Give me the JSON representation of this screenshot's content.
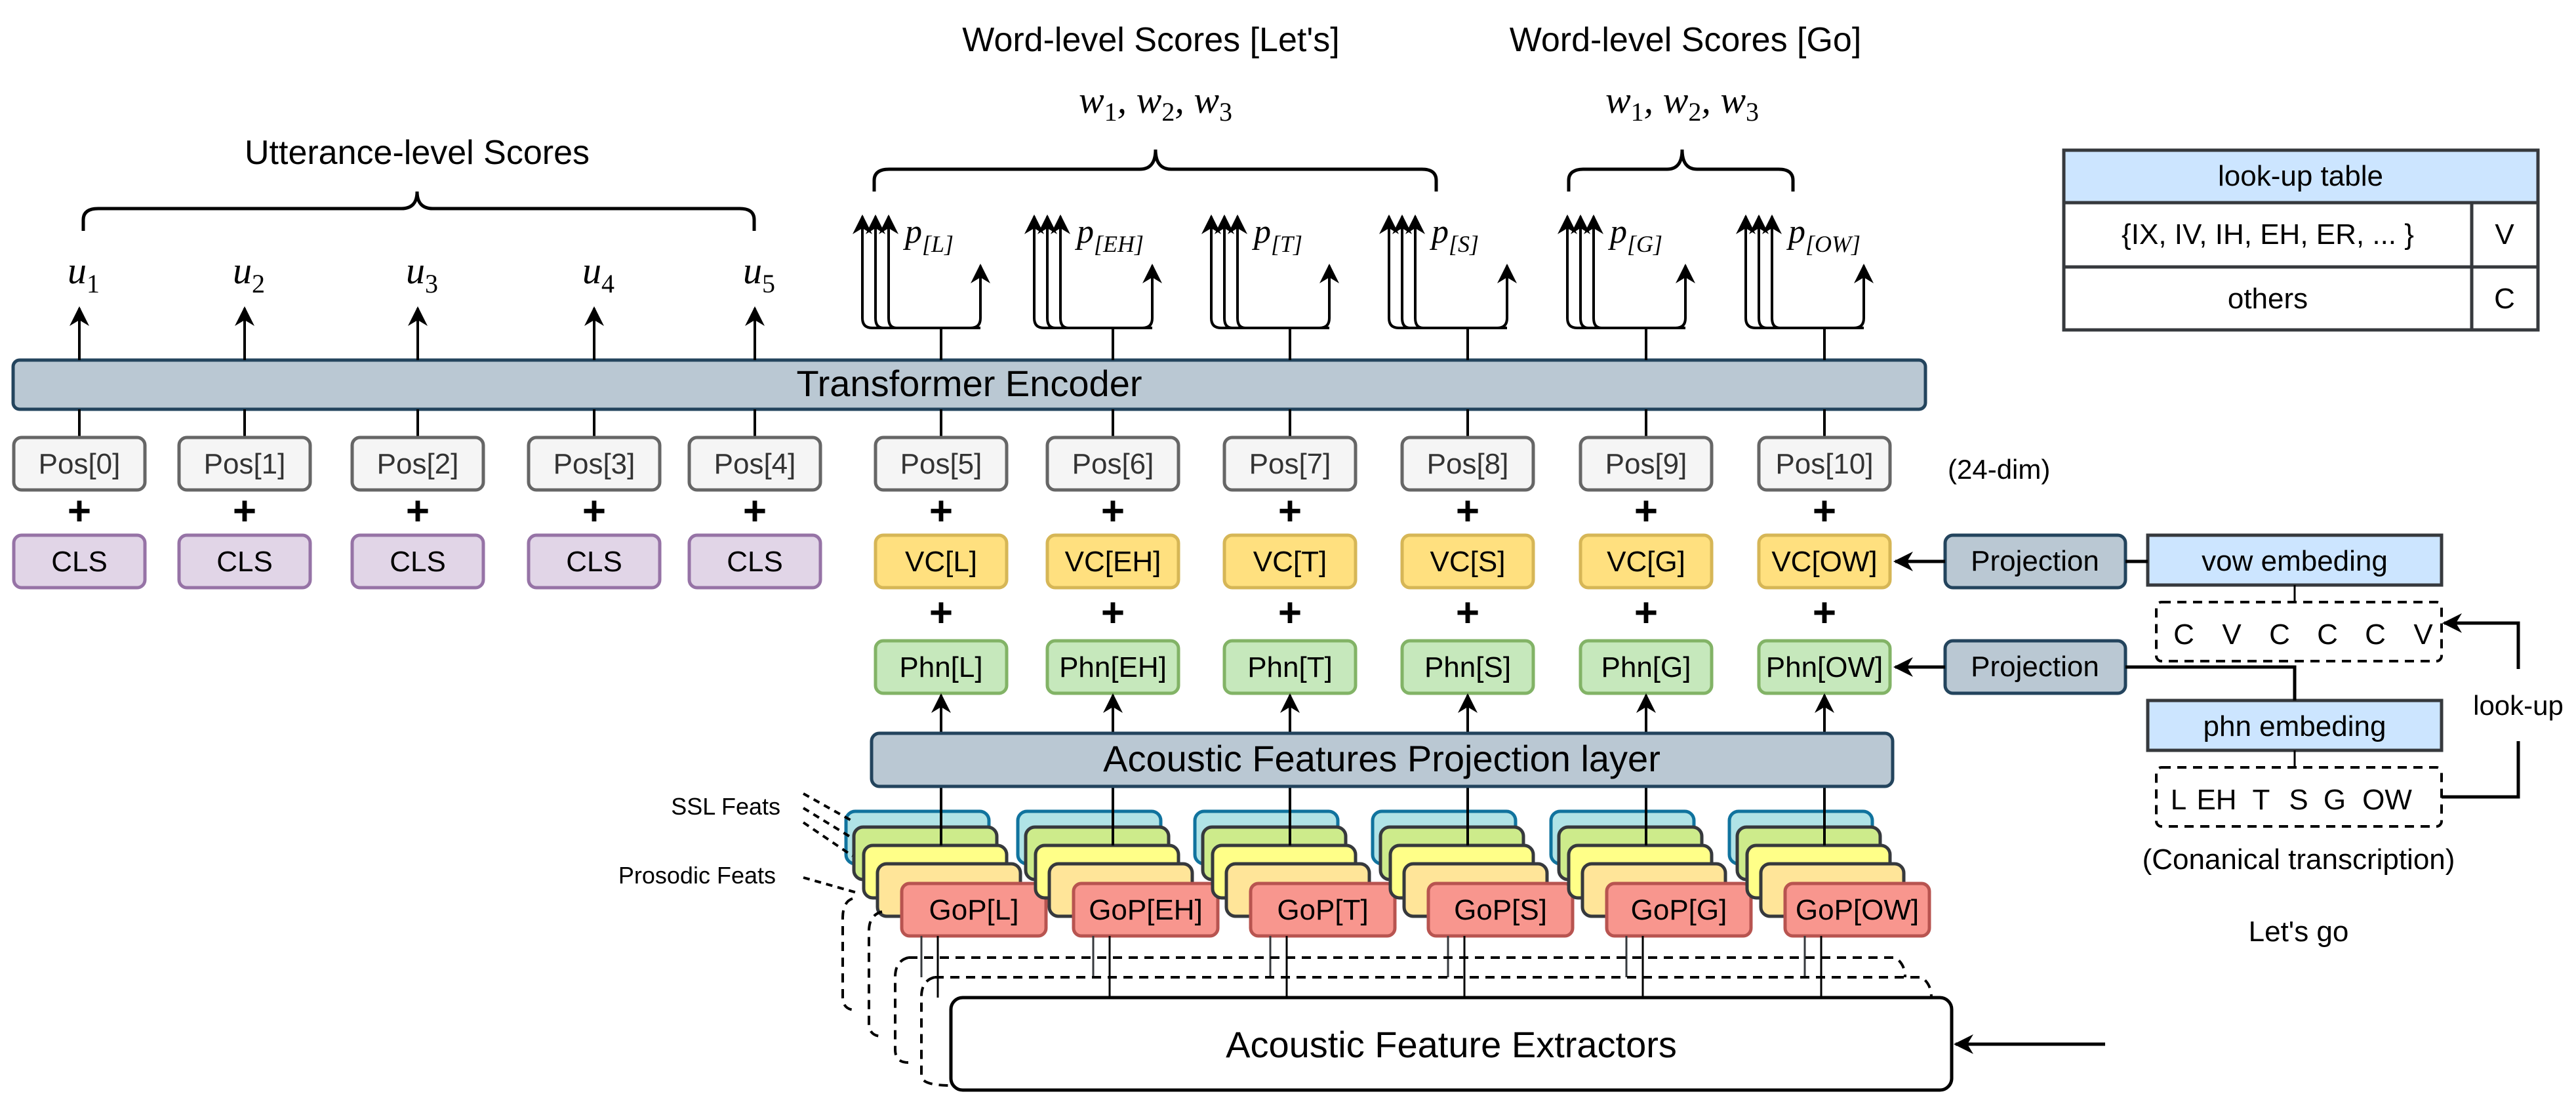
{
  "titles": {
    "utterance": "Utterance-level Scores",
    "word_lets": "Word-level Scores [Let's]",
    "word_go": "Word-level Scores [Go]"
  },
  "word_scores": {
    "lets": [
      "w",
      "1",
      "w",
      "2",
      "w",
      "3"
    ],
    "go": [
      "w",
      "1",
      "w",
      "2",
      "w",
      "3"
    ]
  },
  "utterance_scores": [
    {
      "sym": "u",
      "sub": "1"
    },
    {
      "sym": "u",
      "sub": "2"
    },
    {
      "sym": "u",
      "sub": "3"
    },
    {
      "sym": "u",
      "sub": "4"
    },
    {
      "sym": "u",
      "sub": "5"
    }
  ],
  "phone_scores": [
    {
      "sym": "p",
      "sub": "[L]"
    },
    {
      "sym": "p",
      "sub": "[EH]"
    },
    {
      "sym": "p",
      "sub": "[T]"
    },
    {
      "sym": "p",
      "sub": "[S]"
    },
    {
      "sym": "p",
      "sub": "[G]"
    },
    {
      "sym": "p",
      "sub": "[OW]"
    }
  ],
  "transformer": {
    "label": "Transformer Encoder"
  },
  "pos": [
    "Pos[0]",
    "Pos[1]",
    "Pos[2]",
    "Pos[3]",
    "Pos[4]",
    "Pos[5]",
    "Pos[6]",
    "Pos[7]",
    "Pos[8]",
    "Pos[9]",
    "Pos[10]"
  ],
  "plus": "+",
  "cls": [
    "CLS",
    "CLS",
    "CLS",
    "CLS",
    "CLS"
  ],
  "vc": [
    "VC[L]",
    "VC[EH]",
    "VC[T]",
    "VC[S]",
    "VC[G]",
    "VC[OW]"
  ],
  "phn": [
    "Phn[L]",
    "Phn[EH]",
    "Phn[T]",
    "Phn[S]",
    "Phn[G]",
    "Phn[OW]"
  ],
  "gop": [
    "GoP[L]",
    "GoP[EH]",
    "GoP[T]",
    "GoP[S]",
    "GoP[G]",
    "GoP[OW]"
  ],
  "dim_note": "(24-dim)",
  "projection": [
    "Projection",
    "Projection"
  ],
  "vow_embedding": "vow embeding",
  "phn_embedding": "phn embeding",
  "vc_sequence": [
    "C",
    "V",
    "C",
    "C",
    "C",
    "V"
  ],
  "phone_sequence": [
    "L",
    "EH",
    "T",
    "S",
    "G",
    "OW"
  ],
  "lookup_label": "look-up",
  "canonical_note": "(Conanical transcription)",
  "afp_layer": "Acoustic Features Projection layer",
  "ssl_feats": "SSL Feats",
  "prosodic_feats": "Prosodic Feats",
  "extractors": "Acoustic Feature Extractors",
  "utterance_text": "Let's go",
  "lookup_table": {
    "title": "look-up table",
    "rows": [
      {
        "phones": "{IX, IV, IH, EH, ER, ... }",
        "class": "V"
      },
      {
        "phones": "others",
        "class": "C"
      }
    ]
  },
  "colors": {
    "encoder_fill": "#bac8d3",
    "encoder_stroke": "#23445d",
    "pos_fill": "#f5f5f5",
    "pos_stroke": "#666666",
    "cls_fill": "#e1d5e7",
    "cls_stroke": "#9673a6",
    "vc_fill": "#ffe07f",
    "vc_stroke": "#d6b656",
    "phn_fill": "#c6e8bc",
    "phn_stroke": "#82b366",
    "gop_fill": "#f8968e",
    "gop_stroke": "#b85450",
    "embed_fill": "#cce5ff",
    "embed_stroke": "#36393d",
    "ssl1_fill": "#b0e3e6",
    "ssl2_fill": "#cdeb8b",
    "ssl3_fill": "#ffff88",
    "pros_fill": "#ffe599"
  }
}
